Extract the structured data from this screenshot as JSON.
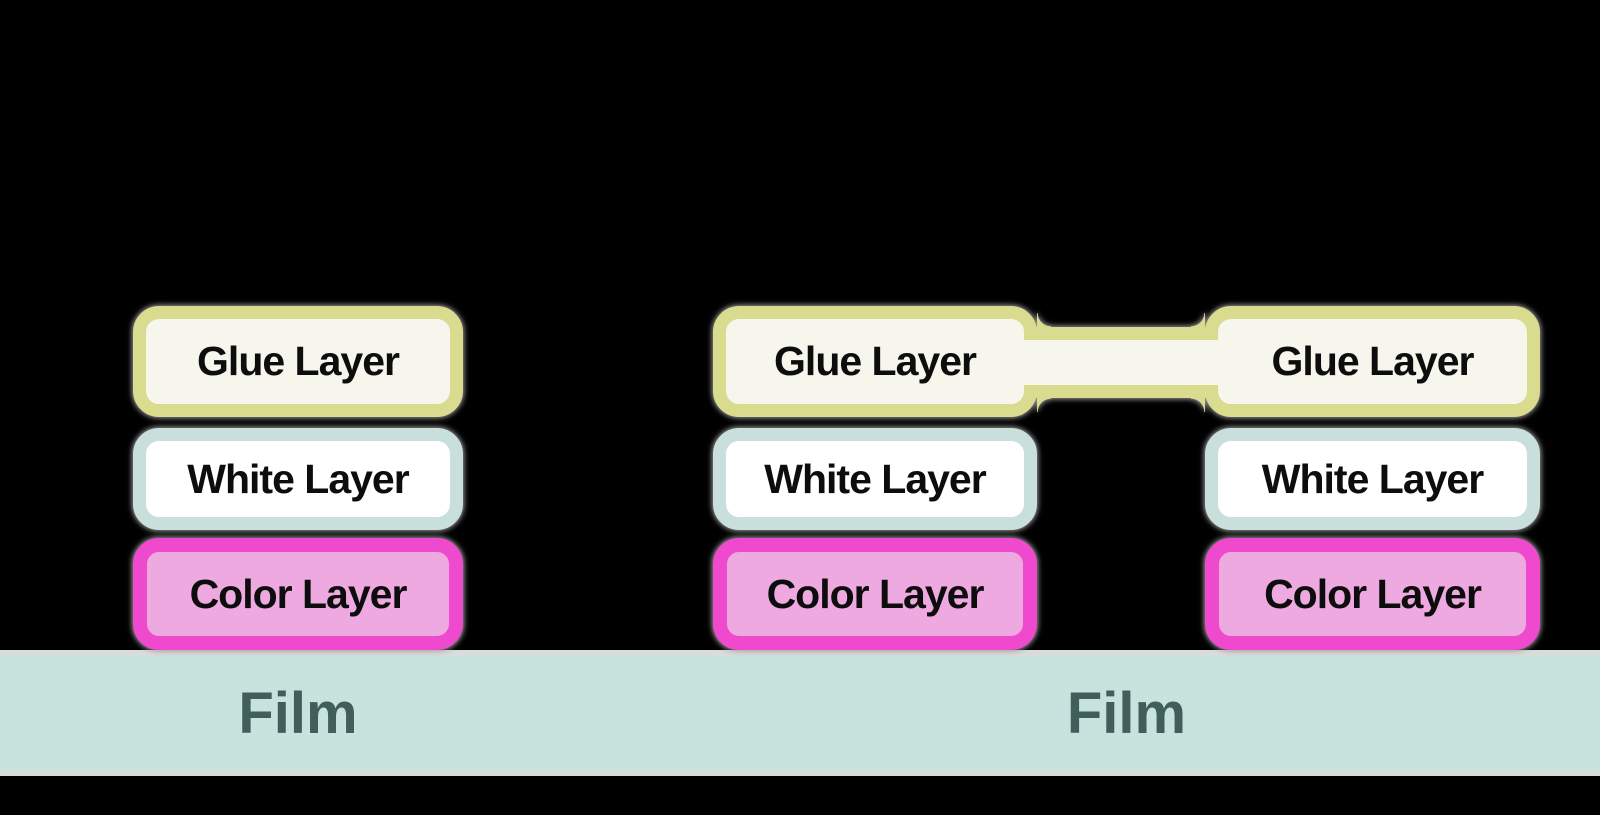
{
  "colors": {
    "background": "#000000",
    "glue_border": "#d9dc8e",
    "glue_fill": "#f7f6ec",
    "white_border": "#c9dfdc",
    "white_fill": "#ffffff",
    "color_border": "#ef49cd",
    "color_fill": "#eda9e0",
    "film_fill": "#c8e3de",
    "film_border": "#d8dcda",
    "film_text": "#3f5e5c",
    "label_text": "#0d0d0d",
    "halo": "#9e9b9b"
  },
  "stacks": {
    "left": {
      "glue_label": "Glue Layer",
      "white_label": "White Layer",
      "color_label": "Color Layer"
    },
    "middle": {
      "glue_label": "Glue Layer",
      "white_label": "White Layer",
      "color_label": "Color Layer"
    },
    "right": {
      "glue_label": "Glue Layer",
      "white_label": "White Layer",
      "color_label": "Color Layer"
    }
  },
  "film": {
    "left_label": "Film",
    "right_label": "Film"
  }
}
